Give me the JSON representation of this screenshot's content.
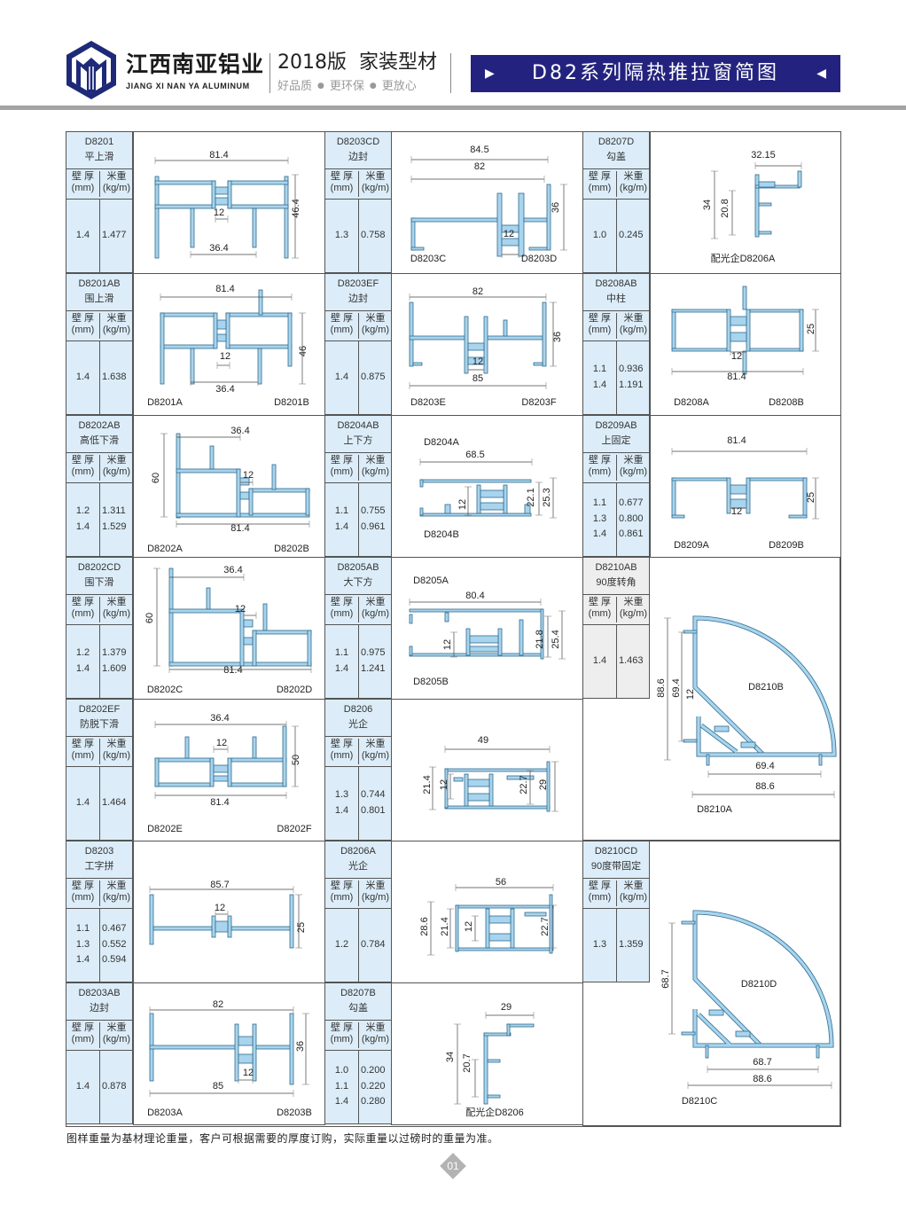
{
  "header": {
    "brand_cn": "江西南亚铝业",
    "brand_en": "JIANG XI NAN YA ALUMINUM",
    "edition": "2018版  家装型材",
    "slogan": [
      "好品质",
      "更环保",
      "更放心"
    ],
    "title": "D82系列隔热推拉窗简图"
  },
  "table_headers": {
    "thickness": "壁 厚",
    "thickness_unit": "(mm)",
    "weight": "米重",
    "weight_unit": "(kg/m)"
  },
  "profiles": [
    {
      "code": "D8201",
      "name": "平上滑",
      "specs": [
        [
          "1.4",
          "1.477"
        ]
      ],
      "labels": [
        "81.4",
        "12",
        "36.4",
        "46.4"
      ]
    },
    {
      "code": "D8201AB",
      "name": "围上滑",
      "specs": [
        [
          "1.4",
          "1.638"
        ]
      ],
      "labels": [
        "81.4",
        "12",
        "36.4",
        "46",
        "D8201A",
        "D8201B"
      ]
    },
    {
      "code": "D8202AB",
      "name": "高低下滑",
      "specs": [
        [
          "1.2",
          "1.311"
        ],
        [
          "1.4",
          "1.529"
        ]
      ],
      "labels": [
        "36.4",
        "60",
        "12",
        "81.4",
        "D8202A",
        "D8202B"
      ]
    },
    {
      "code": "D8202CD",
      "name": "围下滑",
      "specs": [
        [
          "1.2",
          "1.379"
        ],
        [
          "1.4",
          "1.609"
        ]
      ],
      "labels": [
        "36.4",
        "60",
        "12",
        "81.4",
        "D8202C",
        "D8202D"
      ]
    },
    {
      "code": "D8202EF",
      "name": "防脱下滑",
      "specs": [
        [
          "1.4",
          "1.464"
        ]
      ],
      "labels": [
        "36.4",
        "12",
        "50",
        "81.4",
        "D8202E",
        "D8202F"
      ]
    },
    {
      "code": "D8203",
      "name": "工字拼",
      "specs": [
        [
          "1.1",
          "0.467"
        ],
        [
          "1.3",
          "0.552"
        ],
        [
          "1.4",
          "0.594"
        ]
      ],
      "labels": [
        "85.7",
        "12",
        "25"
      ]
    },
    {
      "code": "D8203AB",
      "name": "边封",
      "specs": [
        [
          "1.4",
          "0.878"
        ]
      ],
      "labels": [
        "82",
        "36",
        "12",
        "85",
        "D8203A",
        "D8203B"
      ]
    },
    {
      "code": "D8203CD",
      "name": "边封",
      "specs": [
        [
          "1.3",
          "0.758"
        ]
      ],
      "labels": [
        "84.5",
        "82",
        "36",
        "12",
        "D8203C",
        "D8203D"
      ]
    },
    {
      "code": "D8203EF",
      "name": "边封",
      "specs": [
        [
          "1.4",
          "0.875"
        ]
      ],
      "labels": [
        "82",
        "36",
        "12",
        "85",
        "D8203E",
        "D8203F"
      ]
    },
    {
      "code": "D8204AB",
      "name": "上下方",
      "specs": [
        [
          "1.1",
          "0.755"
        ],
        [
          "1.4",
          "0.961"
        ]
      ],
      "labels": [
        "D8204A",
        "68.5",
        "12",
        "22.1",
        "25.3",
        "D8204B"
      ]
    },
    {
      "code": "D8205AB",
      "name": "大下方",
      "specs": [
        [
          "1.1",
          "0.975"
        ],
        [
          "1.4",
          "1.241"
        ]
      ],
      "labels": [
        "D8205A",
        "80.4",
        "12",
        "21.8",
        "25.4",
        "D8205B"
      ]
    },
    {
      "code": "D8206",
      "name": "光企",
      "specs": [
        [
          "1.3",
          "0.744"
        ],
        [
          "1.4",
          "0.801"
        ]
      ],
      "labels": [
        "49",
        "21.4",
        "12",
        "22.7",
        "29"
      ]
    },
    {
      "code": "D8206A",
      "name": "光企",
      "specs": [
        [
          "1.2",
          "0.784"
        ]
      ],
      "labels": [
        "56",
        "28.6",
        "21.4",
        "12",
        "22.7"
      ]
    },
    {
      "code": "D8207B",
      "name": "勾盖",
      "specs": [
        [
          "1.0",
          "0.200"
        ],
        [
          "1.1",
          "0.220"
        ],
        [
          "1.4",
          "0.280"
        ]
      ],
      "labels": [
        "29",
        "34",
        "20.7",
        "配光企D8206"
      ]
    },
    {
      "code": "D8207D",
      "name": "勾盖",
      "specs": [
        [
          "1.0",
          "0.245"
        ]
      ],
      "labels": [
        "32.15",
        "34",
        "20.8",
        "配光企D8206A"
      ]
    },
    {
      "code": "D8208AB",
      "name": "中柱",
      "specs": [
        [
          "1.1",
          "0.936"
        ],
        [
          "1.4",
          "1.191"
        ]
      ],
      "labels": [
        "25",
        "12",
        "81.4",
        "D8208A",
        "D8208B"
      ]
    },
    {
      "code": "D8209AB",
      "name": "上固定",
      "specs": [
        [
          "1.1",
          "0.677"
        ],
        [
          "1.3",
          "0.800"
        ],
        [
          "1.4",
          "0.861"
        ]
      ],
      "labels": [
        "81.4",
        "12",
        "25",
        "D8209A",
        "D8209B"
      ]
    },
    {
      "code": "D8210AB",
      "name": "90度转角",
      "specs": [
        [
          "1.4",
          "1.463"
        ]
      ],
      "labels": [
        "D8210B",
        "88.6",
        "69.4",
        "12",
        "69.4",
        "88.6",
        "D8210A"
      ]
    },
    {
      "code": "D8210CD",
      "name": "90度带固定",
      "specs": [
        [
          "1.3",
          "1.359"
        ]
      ],
      "labels": [
        "68.7",
        "D8210D",
        "68.7",
        "88.6",
        "D8210C"
      ]
    }
  ],
  "footer_note": "图样重量为基材理论重量，客户可根据需要的厚度订购，实际重量以过磅时的重量为准。",
  "page_number": "01",
  "colors": {
    "brand_navy": "#23237f",
    "info_cell": "#dcedf9",
    "profile_fill": "#a8d4ee",
    "profile_outline": "#2f6a8c",
    "rule_gray": "#a3a3a3"
  }
}
